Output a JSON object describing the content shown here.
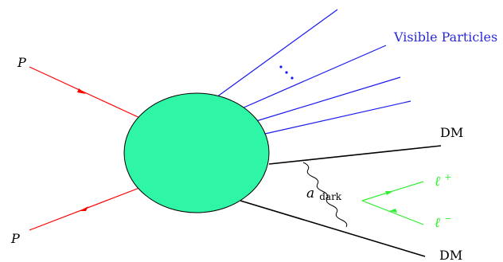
{
  "labels": {
    "proton_top": "P",
    "proton_bottom": "P",
    "visible_particles": "Visible Particles",
    "dm_top": "DM",
    "dm_bottom": "DM",
    "a_dark_symbol": "a",
    "a_dark_subscript": "dark",
    "lepton_plus_symbol": "ℓ",
    "lepton_plus_sup": "+",
    "lepton_minus_symbol": "ℓ",
    "lepton_minus_sup": "−",
    "ellipsis_dots": "⋮"
  },
  "colors": {
    "proton_lines": "#ff0000",
    "visible_lines": "#1a1aee",
    "blob_fill": "#2ff5a6",
    "blob_stroke": "#000000",
    "dm_lines": "#000000",
    "photon_line": "#000000",
    "lepton_lines": "#33ee33",
    "visible_text": "#2b2bd6",
    "lepton_text": "#33ee33"
  }
}
